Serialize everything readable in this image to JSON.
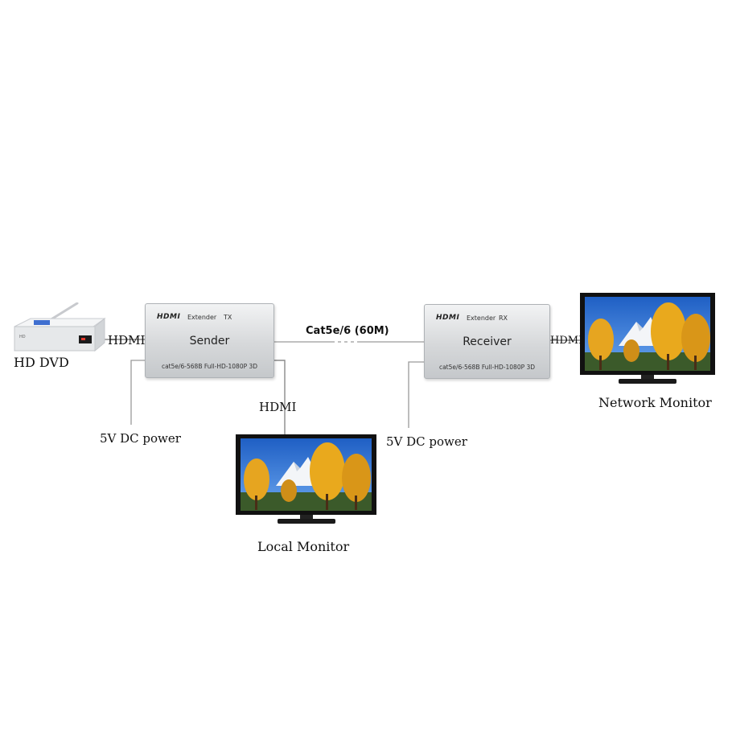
{
  "devices": {
    "source_label": "HD DVD",
    "sender": {
      "brand": "HDMI",
      "brand_sub": "Extender",
      "mode": "TX",
      "role": "Sender",
      "spec": "cat5e/6-568B Full-HD-1080P 3D"
    },
    "receiver": {
      "brand": "HDMI",
      "brand_sub": "Extender",
      "mode": "RX",
      "role": "Receiver",
      "spec": "cat5e/6-568B Full-HD-1080P 3D"
    },
    "local_monitor_label": "Local Monitor",
    "network_monitor_label": "Network Monitor"
  },
  "connections": {
    "source_to_sender": "HDMI",
    "sender_to_local": "HDMI",
    "receiver_to_network": "HDMI",
    "sender_to_receiver": "Cat5e/6 (60M)",
    "sender_power": "5V DC power",
    "receiver_power": "5V DC power"
  },
  "colors": {
    "box_silver": "#d6d8da",
    "screen_sky": "#2d6fcf",
    "foliage": "#e0a21a",
    "wire": "#8a8a8a"
  }
}
